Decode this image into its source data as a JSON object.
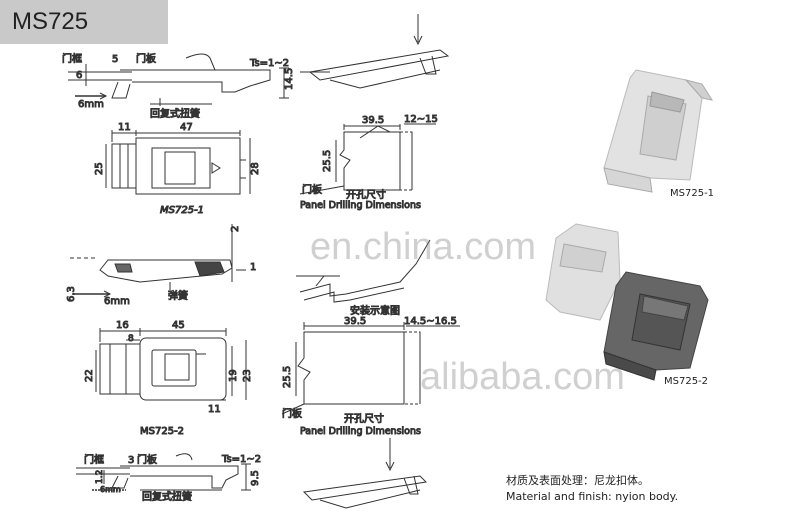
{
  "title": "MS725",
  "watermarks": [
    "en.china.com",
    "alibaba.com"
  ],
  "views": {
    "side1": {
      "door_frame": "门框",
      "dim_5": "5",
      "door_panel": "门板",
      "ts": "Ts=1~2",
      "dim_6": "6",
      "dim_14_5": "14.5",
      "travel": "6mm",
      "spring": "回复式扭簧"
    },
    "top1": {
      "dim_11": "11",
      "dim_47": "47",
      "dim_25": "25",
      "dim_28": "28",
      "caption": "MS725-1"
    },
    "cut1": {
      "dim_39_5": "39.5",
      "dim_12_15": "12~15",
      "dim_25_5": "25.5",
      "door_panel": "门板",
      "cn": "开孔尺寸",
      "en": "Panel Drilling Dimensions"
    },
    "side2": {
      "dim_6_3": "6.3",
      "travel": "6mm",
      "spring": "弹簧",
      "dim_2": "2",
      "dim_1": "1"
    },
    "install": {
      "caption": "安装示意图"
    },
    "top2": {
      "dim_16": "16",
      "dim_45": "45",
      "dim_8": "8",
      "dim_22": "22",
      "dim_19": "19",
      "dim_23": "23",
      "dim_11": "11",
      "caption": "MS725-2"
    },
    "cut2": {
      "dim_39_5": "39.5",
      "dim_14_5_16_5": "14.5~16.5",
      "dim_25_5": "25.5",
      "door_panel": "门板",
      "cn": "开孔尺寸",
      "en": "Panel Drilling Dimensions"
    },
    "side3": {
      "door_frame": "门框",
      "dim_3": "3",
      "door_panel": "门板",
      "ts": "Ts=1~2",
      "dim_9_5": "9.5",
      "dim_1_2": "1.2",
      "travel": "6mm",
      "spring": "回复式扭簧"
    },
    "photos": {
      "label1": "MS725-1",
      "label2": "MS725-2"
    }
  },
  "material": {
    "cn": "材质及表面处理：尼龙扣体。",
    "en": "Material and finish: nyion body."
  }
}
